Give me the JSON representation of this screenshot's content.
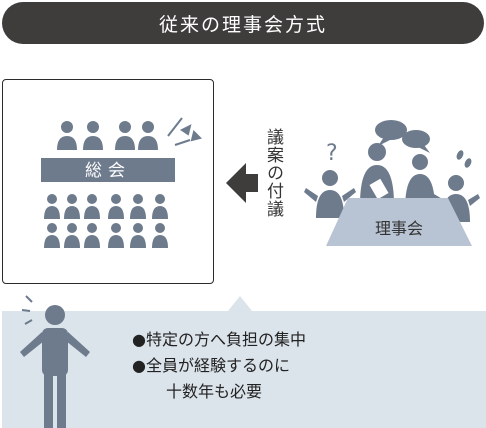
{
  "title": "従来の理事会方式",
  "left_panel": {
    "banner_label": "総会"
  },
  "arrow_label": "議案の付議",
  "right_group": {
    "table_label": "理事会"
  },
  "problems": [
    "●特定の方へ負担の集中",
    "●全員が経験するのに",
    "十数年も必要"
  ],
  "colors": {
    "title_bg": "#3f3d3c",
    "figure": "#6d7b8d",
    "banner": "#6d7b8d",
    "bubble_bg": "#dbe3eb",
    "table": "#b8c4d3"
  }
}
